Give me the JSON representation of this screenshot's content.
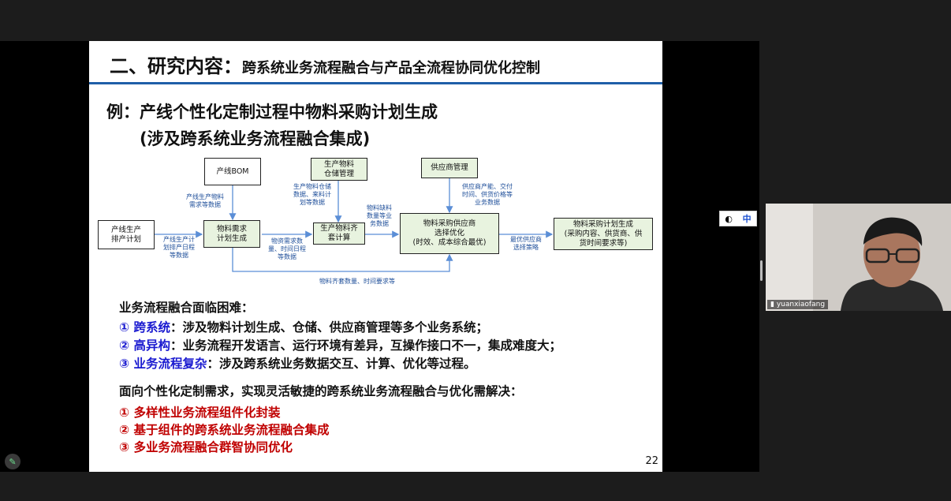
{
  "slide": {
    "title_main": "二、研究内容：",
    "title_sub": "跨系统业务流程融合与产品全流程协同优化控制",
    "example_line1": "例：产线个性化定制过程中物料采购计划生成",
    "example_line2": "(涉及跨系统业务流程融合集成)",
    "diagram": {
      "nodes": {
        "bom": "产线BOM",
        "warehouse": "生产物料\n仓储管理",
        "supplier": "供应商管理",
        "plan": "产线生产\n排产计划",
        "demand": "物料需求\n计划生成",
        "kit": "生产物料齐\n套计算",
        "optimize": "物料采购供应商\n选择优化\n(时效、成本综合最优)",
        "output": "物料采购计划生成\n(采购内容、供货商、供\n货时间要求等)"
      },
      "labels": {
        "bom_to_demand": "产线生产物料\n需求等数据",
        "warehouse_to_kit": "生产物料仓储\n数据、来料计\n划等数据",
        "supplier_to_optimize": "供应商产能、交付\n时间、供货价格等\n业务数据",
        "plan_to_demand": "产线生产计\n划排产日程\n等数据",
        "demand_to_kit": "物资需求数\n量、时间日程\n等数据",
        "kit_to_optimize": "物料缺料\n数量等业\n务数据",
        "optimize_to_output": "最优供应商\n选择策略",
        "bottom": "物料齐套数量、时间要求等"
      }
    },
    "difficulty_heading": "业务流程融合面临困难：",
    "difficulties": [
      {
        "num": "①",
        "key": "跨系统",
        "text": "：涉及物料计划生成、仓储、供应商管理等多个业务系统；"
      },
      {
        "num": "②",
        "key": "高异构",
        "text": "：业务流程开发语言、运行环境有差异，互操作接口不一，集成难度大；"
      },
      {
        "num": "③",
        "key": "业务流程复杂",
        "text": "：涉及跨系统业务数据交互、计算、优化等过程。"
      }
    ],
    "goal_heading": "面向个性化定制需求，实现灵活敏捷的跨系统业务流程融合与优化需解决：",
    "goals": [
      "① 多样性业务流程组件化封装",
      "② 基于组件的跨系统业务流程融合集成",
      "③ 多业务流程融合群智协同优化"
    ],
    "page_number": "22"
  },
  "participant": {
    "name": "yuanxiaofang"
  },
  "ime": {
    "label": "中"
  }
}
